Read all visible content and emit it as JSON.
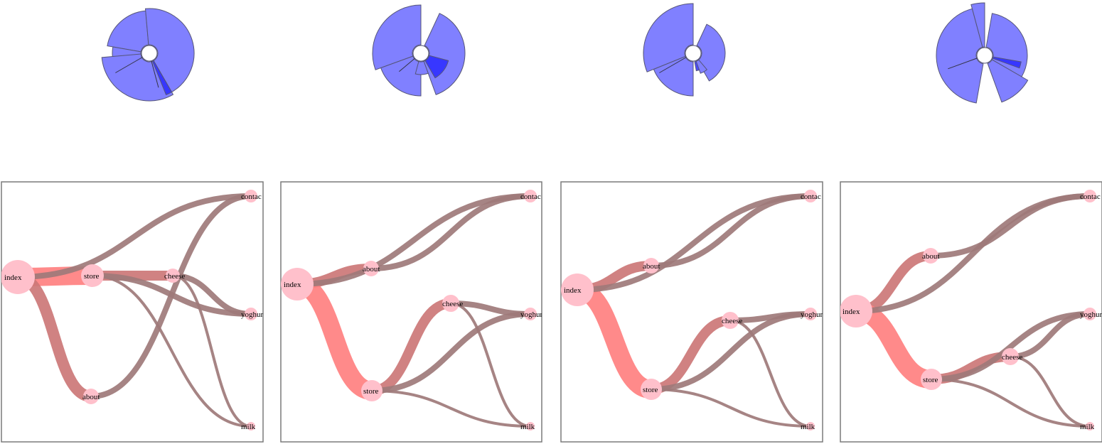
{
  "colors": {
    "node": "#ffc0cb",
    "link_strong": "#ff8080",
    "link_medium": "#cc7777",
    "link_weak": "#9e7a7a",
    "wedge": "#8080ff",
    "wedge_dark": "#2a2aff",
    "frame": "#7a7a7a"
  },
  "panels": [
    {
      "nodes": [
        {
          "id": "index",
          "label": "index"
        },
        {
          "id": "store",
          "label": "store"
        },
        {
          "id": "cheese",
          "label": "cheese"
        },
        {
          "id": "about",
          "label": "about"
        },
        {
          "id": "contact",
          "label": "contac"
        },
        {
          "id": "yoghurt",
          "label": "yoghur"
        },
        {
          "id": "milk",
          "label": "milk"
        }
      ],
      "links": [
        {
          "source": "index",
          "target": "store",
          "weight": 5
        },
        {
          "source": "index",
          "target": "about",
          "weight": 4
        },
        {
          "source": "index",
          "target": "contact",
          "weight": 2
        },
        {
          "source": "store",
          "target": "cheese",
          "weight": 3
        },
        {
          "source": "store",
          "target": "yoghurt",
          "weight": 2
        },
        {
          "source": "store",
          "target": "milk",
          "weight": 1
        },
        {
          "source": "cheese",
          "target": "yoghurt",
          "weight": 2
        },
        {
          "source": "cheese",
          "target": "milk",
          "weight": 1
        },
        {
          "source": "about",
          "target": "contact",
          "weight": 2
        }
      ]
    },
    {
      "nodes": [
        {
          "id": "index",
          "label": "index"
        },
        {
          "id": "about",
          "label": "about"
        },
        {
          "id": "store",
          "label": "store"
        },
        {
          "id": "cheese",
          "label": "cheese"
        },
        {
          "id": "contact",
          "label": "contac"
        },
        {
          "id": "yoghurt",
          "label": "yoghur"
        },
        {
          "id": "milk",
          "label": "milk"
        }
      ],
      "links": [
        {
          "source": "index",
          "target": "about",
          "weight": 3
        },
        {
          "source": "index",
          "target": "store",
          "weight": 5
        },
        {
          "source": "index",
          "target": "contact",
          "weight": 2
        },
        {
          "source": "about",
          "target": "contact",
          "weight": 2
        },
        {
          "source": "store",
          "target": "cheese",
          "weight": 3
        },
        {
          "source": "store",
          "target": "yoghurt",
          "weight": 2
        },
        {
          "source": "store",
          "target": "milk",
          "weight": 1
        },
        {
          "source": "cheese",
          "target": "yoghurt",
          "weight": 2
        },
        {
          "source": "cheese",
          "target": "milk",
          "weight": 1
        }
      ]
    },
    {
      "nodes": [
        {
          "id": "index",
          "label": "index"
        },
        {
          "id": "about",
          "label": "about"
        },
        {
          "id": "store",
          "label": "store"
        },
        {
          "id": "cheese",
          "label": "cheese"
        },
        {
          "id": "contact",
          "label": "contac"
        },
        {
          "id": "yoghurt",
          "label": "yoghur"
        },
        {
          "id": "milk",
          "label": "milk"
        }
      ],
      "links": [
        {
          "source": "index",
          "target": "about",
          "weight": 3
        },
        {
          "source": "index",
          "target": "store",
          "weight": 5
        },
        {
          "source": "index",
          "target": "contact",
          "weight": 2
        },
        {
          "source": "about",
          "target": "contact",
          "weight": 2
        },
        {
          "source": "store",
          "target": "cheese",
          "weight": 3
        },
        {
          "source": "store",
          "target": "yoghurt",
          "weight": 2
        },
        {
          "source": "store",
          "target": "milk",
          "weight": 1
        },
        {
          "source": "cheese",
          "target": "yoghurt",
          "weight": 2
        },
        {
          "source": "cheese",
          "target": "milk",
          "weight": 1
        }
      ]
    },
    {
      "nodes": [
        {
          "id": "index",
          "label": "index"
        },
        {
          "id": "about",
          "label": "about"
        },
        {
          "id": "store",
          "label": "store"
        },
        {
          "id": "cheese",
          "label": "cheese"
        },
        {
          "id": "contact",
          "label": "contac"
        },
        {
          "id": "yoghurt",
          "label": "yoghur"
        },
        {
          "id": "milk",
          "label": "milk"
        }
      ],
      "links": [
        {
          "source": "index",
          "target": "about",
          "weight": 3
        },
        {
          "source": "index",
          "target": "store",
          "weight": 5
        },
        {
          "source": "index",
          "target": "contact",
          "weight": 2
        },
        {
          "source": "about",
          "target": "contact",
          "weight": 2
        },
        {
          "source": "store",
          "target": "cheese",
          "weight": 3
        },
        {
          "source": "store",
          "target": "yoghurt",
          "weight": 2
        },
        {
          "source": "store",
          "target": "milk",
          "weight": 1
        },
        {
          "source": "cheese",
          "target": "yoghurt",
          "weight": 2
        },
        {
          "source": "cheese",
          "target": "milk",
          "weight": 1
        }
      ]
    }
  ]
}
